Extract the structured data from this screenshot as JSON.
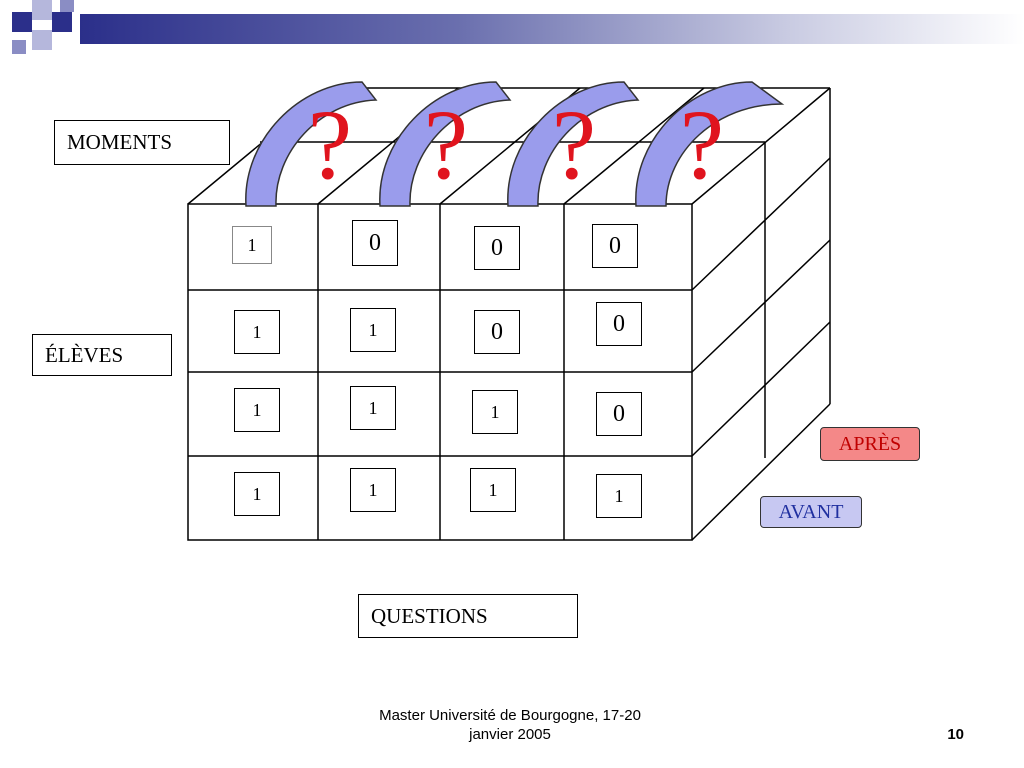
{
  "labels": {
    "moments": "MOMENTS",
    "eleves": "ÉLÈVES",
    "questions": "QUESTIONS",
    "apres": "APRÈS",
    "avant": "AVANT"
  },
  "question_marks": [
    "?",
    "?",
    "?",
    "?"
  ],
  "grid_rows": [
    [
      "1",
      "0",
      "0",
      "0"
    ],
    [
      "1",
      "1",
      "0",
      "0"
    ],
    [
      "1",
      "1",
      "1",
      "0"
    ],
    [
      "1",
      "1",
      "1",
      "1"
    ]
  ],
  "colors": {
    "question_mark": "#e0141e",
    "question_arc": "#9a9cec",
    "apres_bg": "#f48888",
    "apres_text": "#c00000",
    "avant_bg": "#c7c8f2",
    "avant_text": "#2030a0",
    "header_accent": "#2b2f8a"
  },
  "footer": {
    "line1": "Master Université de Bourgogne, 17-20",
    "line2": "janvier 2005",
    "page": "10"
  }
}
